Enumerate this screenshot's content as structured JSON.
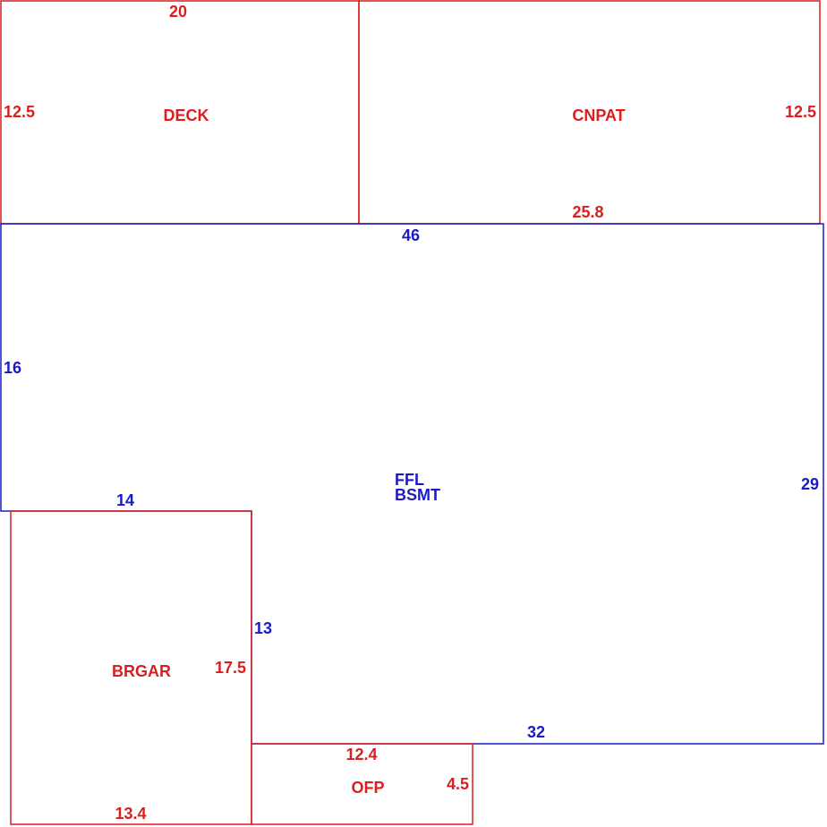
{
  "colors": {
    "red": "#dc1e1e",
    "blue": "#1a1ac8",
    "background": "#ffffff"
  },
  "areas": {
    "deck": {
      "name": "DECK",
      "dim_top": "20",
      "dim_left": "12.5"
    },
    "cnpat": {
      "name": "CNPAT",
      "dim_right": "12.5",
      "dim_bottom": "25.8"
    },
    "main": {
      "name_line1": "FFL",
      "name_line2": "BSMT",
      "dim_top": "46",
      "dim_left": "16",
      "dim_right": "29",
      "dim_step_top": "14",
      "dim_step_side": "13",
      "dim_bottom": "32"
    },
    "brgar": {
      "name": "BRGAR",
      "dim_right": "17.5",
      "dim_bottom": "13.4"
    },
    "ofp": {
      "name": "OFP",
      "dim_top": "12.4",
      "dim_right": "4.5"
    }
  }
}
